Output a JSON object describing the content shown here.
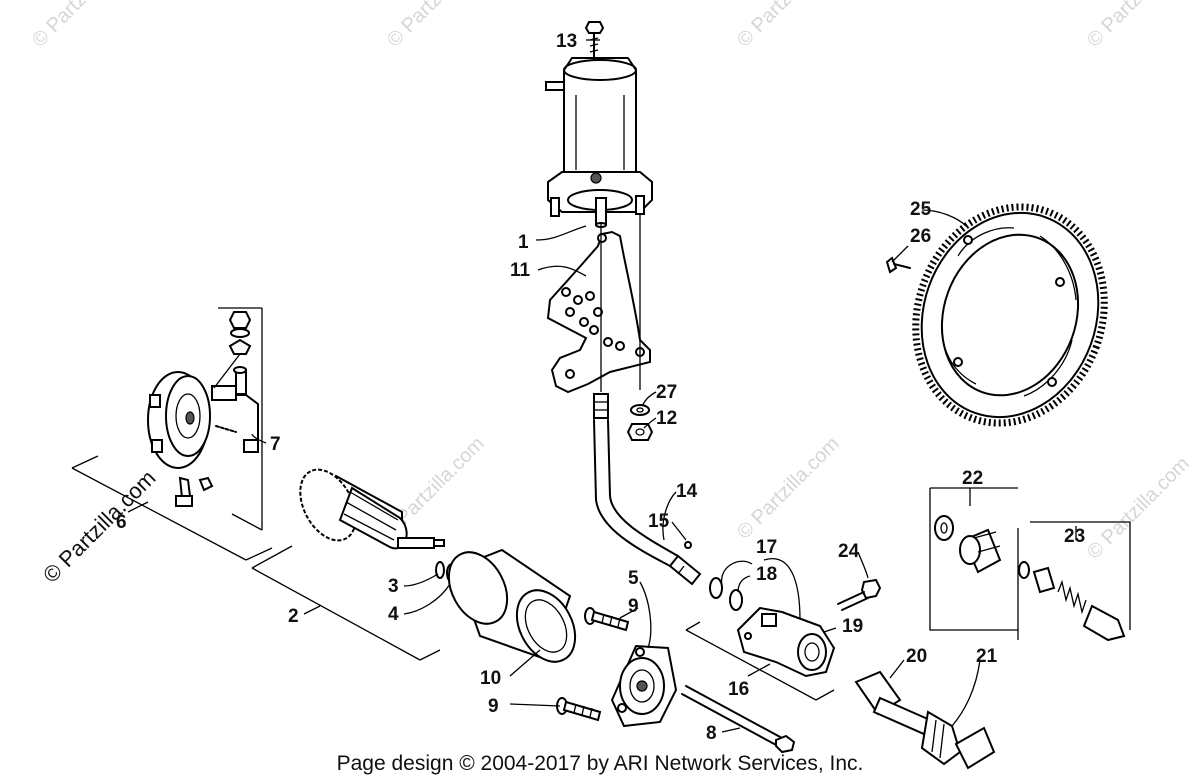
{
  "watermark": {
    "text": "© Partzilla.com",
    "short_text": "© Partz",
    "side_text": "© Partzilla.com",
    "color": "#d6d6d6"
  },
  "footer": {
    "text": "Page design © 2004-2017 by ARI Network Services, Inc."
  },
  "callouts": {
    "c1": "1",
    "c2": "2",
    "c3": "3",
    "c4": "4",
    "c5": "5",
    "c6": "6",
    "c7": "7",
    "c8": "8",
    "c9a": "9",
    "c9b": "9",
    "c10": "10",
    "c11": "11",
    "c12": "12",
    "c13": "13",
    "c14": "14",
    "c15": "15",
    "c16": "16",
    "c17": "17",
    "c18": "18",
    "c19": "19",
    "c20": "20",
    "c21": "21",
    "c22": "22",
    "c23": "23",
    "c24": "24",
    "c25": "25",
    "c26": "26",
    "c27": "27"
  }
}
